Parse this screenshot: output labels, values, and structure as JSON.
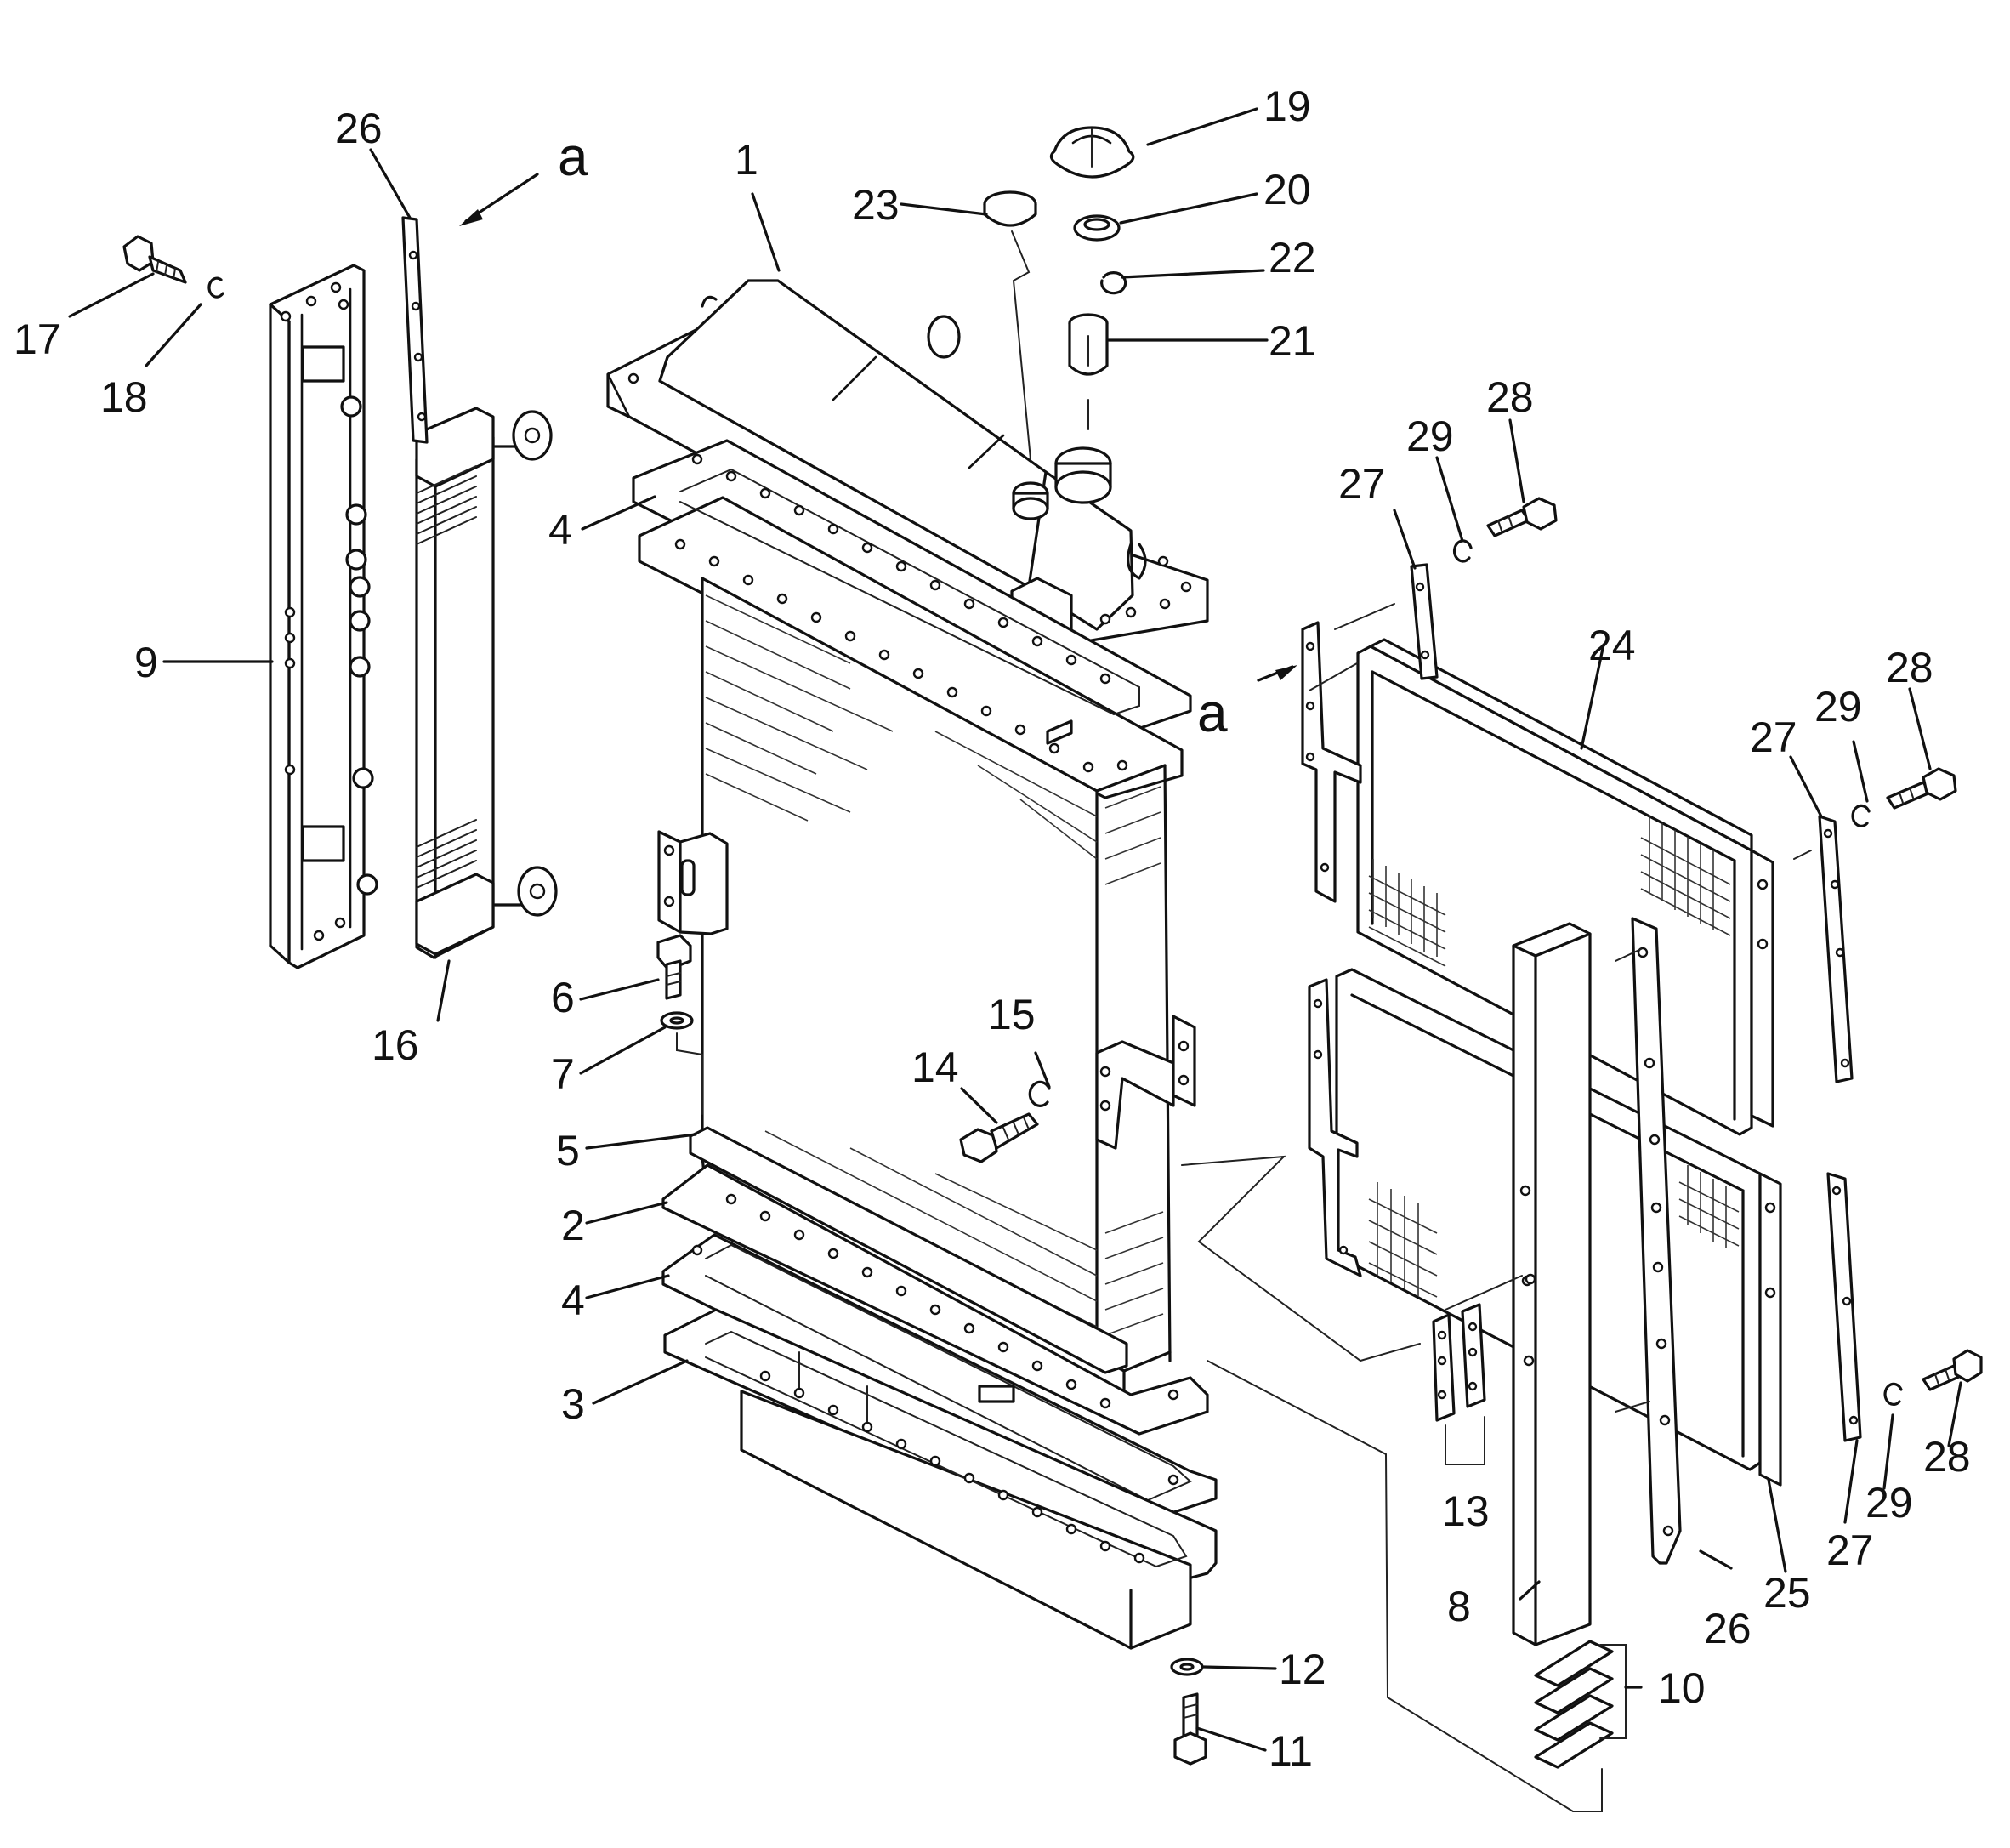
{
  "callouts": [
    {
      "id": "c1",
      "text": "1"
    },
    {
      "id": "c2",
      "text": "2"
    },
    {
      "id": "c3",
      "text": "3"
    },
    {
      "id": "c4a",
      "text": "4"
    },
    {
      "id": "c4b",
      "text": "4"
    },
    {
      "id": "c5",
      "text": "5"
    },
    {
      "id": "c6",
      "text": "6"
    },
    {
      "id": "c7",
      "text": "7"
    },
    {
      "id": "c8",
      "text": "8"
    },
    {
      "id": "c9",
      "text": "9"
    },
    {
      "id": "c10",
      "text": "10"
    },
    {
      "id": "c11",
      "text": "11"
    },
    {
      "id": "c12",
      "text": "12"
    },
    {
      "id": "c13",
      "text": "13"
    },
    {
      "id": "c14",
      "text": "14"
    },
    {
      "id": "c15",
      "text": "15"
    },
    {
      "id": "c16",
      "text": "16"
    },
    {
      "id": "c17",
      "text": "17"
    },
    {
      "id": "c18",
      "text": "18"
    },
    {
      "id": "c19",
      "text": "19"
    },
    {
      "id": "c20",
      "text": "20"
    },
    {
      "id": "c21",
      "text": "21"
    },
    {
      "id": "c22",
      "text": "22"
    },
    {
      "id": "c23",
      "text": "23"
    },
    {
      "id": "c24",
      "text": "24"
    },
    {
      "id": "c25",
      "text": "25"
    },
    {
      "id": "c26a",
      "text": "26"
    },
    {
      "id": "c26b",
      "text": "26"
    },
    {
      "id": "c27a",
      "text": "27"
    },
    {
      "id": "c27b",
      "text": "27"
    },
    {
      "id": "c27c",
      "text": "27"
    },
    {
      "id": "c28a",
      "text": "28"
    },
    {
      "id": "c28b",
      "text": "28"
    },
    {
      "id": "c28c",
      "text": "28"
    },
    {
      "id": "c29a",
      "text": "29"
    },
    {
      "id": "c29b",
      "text": "29"
    },
    {
      "id": "c29c",
      "text": "29"
    }
  ],
  "view_markers": [
    {
      "id": "va1",
      "text": "a"
    },
    {
      "id": "va2",
      "text": "a"
    }
  ]
}
